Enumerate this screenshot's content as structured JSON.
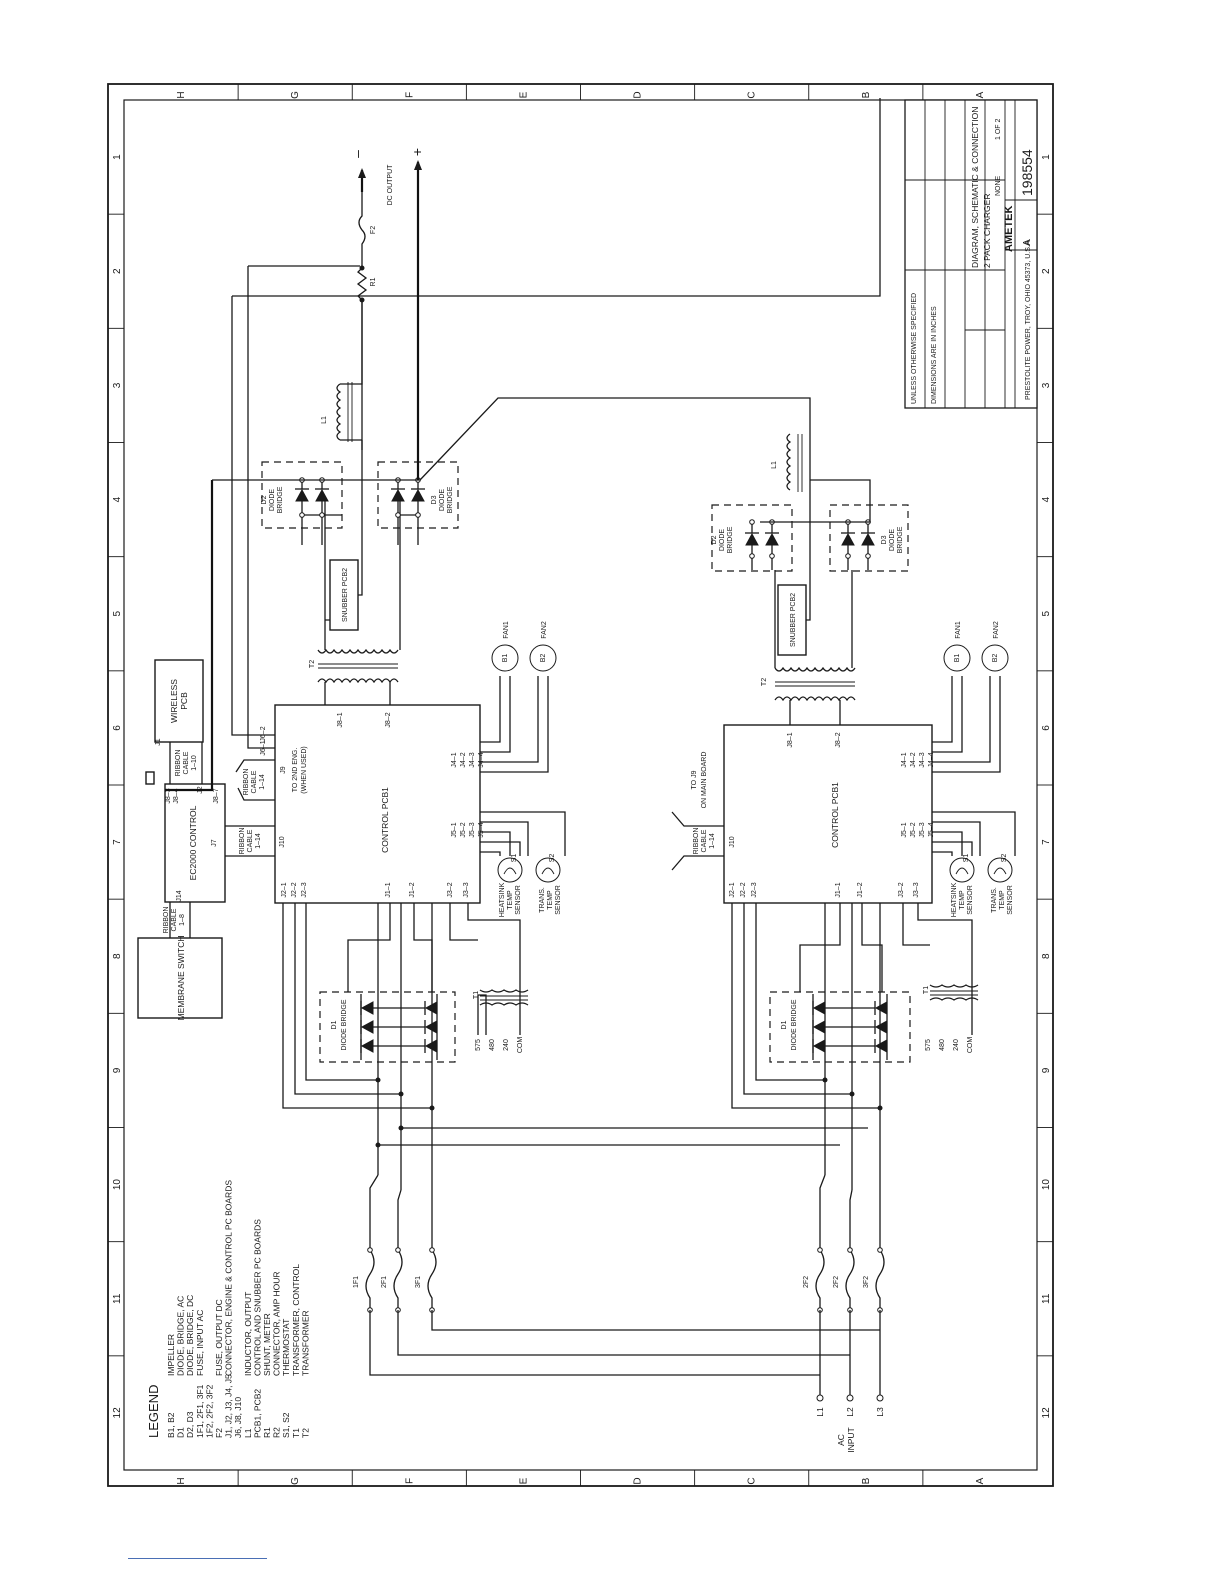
{
  "zones": {
    "letters": [
      "H",
      "G",
      "F",
      "E",
      "D",
      "C",
      "B",
      "A"
    ],
    "numbers": [
      "1",
      "2",
      "3",
      "4",
      "5",
      "6",
      "7",
      "8",
      "9",
      "10",
      "11",
      "12"
    ]
  },
  "legend": {
    "title": "LEGEND",
    "entries": [
      {
        "ref": "B1, B2",
        "desc": "IMPELLER"
      },
      {
        "ref": "D1",
        "desc": "DIODE, BRIDGE, AC"
      },
      {
        "ref": "D2, D3",
        "desc": "DIODE, BRIDGE, DC"
      },
      {
        "ref": "1F1, 2F1, 3F1",
        "desc": "FUSE, INPUT AC"
      },
      {
        "ref": "1F2, 2F2, 3F2",
        "desc": ""
      },
      {
        "ref": "F2",
        "desc": "FUSE, OUTPUT DC"
      },
      {
        "ref": "J1, J2, J3, J4, J5",
        "desc": "CONNECTOR, ENGINE & CONTROL PC BOARDS"
      },
      {
        "ref": "J6, J8, J10",
        "desc": ""
      },
      {
        "ref": "L1",
        "desc": "INDUCTOR, OUTPUT"
      },
      {
        "ref": "PCB1, PCB2",
        "desc": "CONTROL AND SNUBBER PC BOARDS"
      },
      {
        "ref": "R1",
        "desc": "SHUNT, METER"
      },
      {
        "ref": "R2",
        "desc": "CONNECTOR, AMP HOUR"
      },
      {
        "ref": "S1, S2",
        "desc": "THERMOSTAT"
      },
      {
        "ref": "T1",
        "desc": "TRANSFORMER, CONTROL"
      },
      {
        "ref": "T2",
        "desc": "TRANSFORMER"
      }
    ]
  },
  "left_circuit": {
    "membrane": "MEMBRANE SWITCH",
    "ribbon_1_8": [
      "RIBBON",
      "CABLE",
      "1–8"
    ],
    "ec2000": "EC2000 CONTROL",
    "j14": "J14",
    "j7": "J7",
    "j2": "J2",
    "j1": "J1",
    "j8_3": "J8–3",
    "j8_4": "J8–4",
    "j8_7": "J8–7",
    "ribbon_1_10": [
      "RIBBON",
      "CABLE",
      "1–10"
    ],
    "wireless": [
      "WIRELESS",
      "PCB"
    ],
    "ribbon_1_14a": [
      "RIBBON",
      "CABLE",
      "1–14"
    ],
    "ribbon_1_14b": [
      "RIBBON",
      "CABLE",
      "1–14"
    ],
    "j9": "J9",
    "j9_note": [
      "TO 2ND ENG.",
      "(WHEN USED)"
    ],
    "j6_1": "J6–1",
    "j6_2": "J6–2",
    "control_pcb": "CONTROL PCB1",
    "j10": "J10",
    "j8_1": "J8–1",
    "j8_2": "J8–2",
    "j2_1": "J2–1",
    "j2_2": "J2–2",
    "j2_3": "J2–3",
    "j1_1": "J1–1",
    "j1_2": "J1–2",
    "j3_2": "J3–2",
    "j3_3": "J3–3",
    "j4_pins": [
      "J4–1",
      "J4–2",
      "J4–3",
      "J4–4"
    ],
    "j5_pins": [
      "J5–1",
      "J5–2",
      "J5–3",
      "J5–4"
    ],
    "fan1": "FAN1",
    "fan2": "FAN2",
    "b1": "B1",
    "b2": "B2",
    "s1": "S1",
    "s2": "S2",
    "heatsink": [
      "HEATSINK",
      "TEMP",
      "SENSOR"
    ],
    "trans": [
      "TRANS.",
      "TEMP",
      "SENSOR"
    ],
    "t1": "T1",
    "t2": "T2",
    "taps": [
      "575",
      "480",
      "240",
      "COM"
    ],
    "d1": "D1",
    "d1_bridge": "DIODE BRIDGE",
    "d2": "D2",
    "d3": "D3",
    "diode_bridge": [
      "DIODE",
      "BRIDGE"
    ],
    "snubber": "SNUBBER PCB2",
    "l1": "L1",
    "r1": "R1",
    "f2": "F2",
    "dc_output": "DC OUTPUT",
    "minus": "–",
    "plus": "+",
    "fuses": [
      "1F1",
      "2F1",
      "3F1"
    ]
  },
  "right_circuit": {
    "ribbon": [
      "RIBBON",
      "CABLE",
      "1–14"
    ],
    "to_j9": [
      "TO J9",
      "ON MAIN BOARD"
    ],
    "control_pcb": "CONTROL PCB1",
    "j10": "J10",
    "j8_1": "J8–1",
    "j8_2": "J8–2",
    "j2_1": "J2–1",
    "j2_2": "J2–2",
    "j2_3": "J2–3",
    "j1_1": "J1–1",
    "j1_2": "J1–2",
    "j3_2": "J3–2",
    "j3_3": "J3–3",
    "j4_pins": [
      "J4–1",
      "J4–2",
      "J4–3",
      "J4–4"
    ],
    "j5_pins": [
      "J5–1",
      "J5–2",
      "J5–3",
      "J5–4"
    ],
    "fan1": "FAN1",
    "fan2": "FAN2",
    "b1": "B1",
    "b2": "B2",
    "s1": "S1",
    "s2": "S2",
    "heatsink": [
      "HEATSINK",
      "TEMP",
      "SENSOR"
    ],
    "trans": [
      "TRANS.",
      "TEMP",
      "SENSOR"
    ],
    "t1": "T1",
    "t2": "T2",
    "taps": [
      "575",
      "480",
      "240",
      "COM"
    ],
    "d1": "D1",
    "d1_bridge": "DIODE BRIDGE",
    "d2": "D2",
    "d3": "D3",
    "diode_bridge": [
      "DIODE",
      "BRIDGE"
    ],
    "snubber": "SNUBBER PCB2",
    "l1": "L1",
    "fuses": [
      "2F2",
      "2F2",
      "3F2"
    ],
    "lines": [
      "L1",
      "L2",
      "L3"
    ],
    "ac_input": [
      "AC",
      "INPUT"
    ]
  },
  "title_block": {
    "company": "AMETEK",
    "title_lines": [
      "DIAGRAM, SCHEMATIC & CONNECTION",
      "2 PACK CHARGER"
    ],
    "dwg_no": "198554",
    "size": "A",
    "scale": "NONE",
    "sheet": "1 OF 2",
    "notes": [
      "UNLESS OTHERWISE SPECIFIED",
      "DIMENSIONS ARE IN INCHES"
    ],
    "address": "PRESTOLITE POWER, TROY, OHIO 45373, U.S.A."
  }
}
